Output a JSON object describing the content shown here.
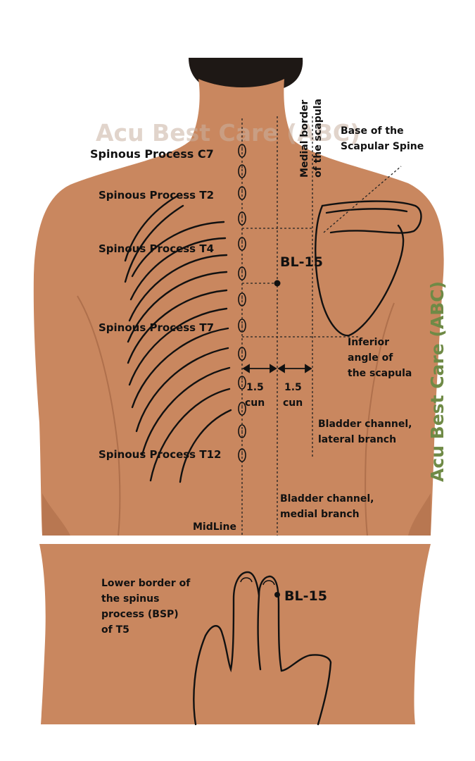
{
  "watermark": {
    "faint": "Acu Best Care (ABC)",
    "vertical": "Acu Best Care (ABC)",
    "colors": {
      "vertical": "#6f8a46",
      "faint": "#c9b2a2"
    }
  },
  "colors": {
    "skin": "#c9875f",
    "skin_shadow": "#a96a46",
    "hair": "#1e1815",
    "background": "#ffffff"
  },
  "labels": {
    "c7": "Spinous Process C7",
    "t2": "Spinous Process T2",
    "t4": "Spinous Process T4",
    "t7": "Spinous Process T7",
    "t12": "Spinous Process T12",
    "medial_border_line1": "Medial border",
    "medial_border_line2": "of the scapula",
    "base_line1": "Base of the",
    "base_line2": "Scapular Spine",
    "bl15_top": "BL-15",
    "inferior_line1": "Inferior",
    "inferior_line2": "angle of",
    "inferior_line3": "the scapula",
    "cun_left_num": "1.5",
    "cun_left_unit": "cun",
    "cun_right_num": "1.5",
    "cun_right_unit": "cun",
    "lateral_line1": "Bladder channel,",
    "lateral_line2": "lateral branch",
    "medial_line1": "Bladder channel,",
    "medial_line2": "medial branch",
    "midline": "MidLine",
    "lower_border_line1": "Lower border of",
    "lower_border_line2": "the spinus",
    "lower_border_line3": "process (BSP)",
    "lower_border_line4": "of T5",
    "bl15_bottom": "BL-15"
  }
}
